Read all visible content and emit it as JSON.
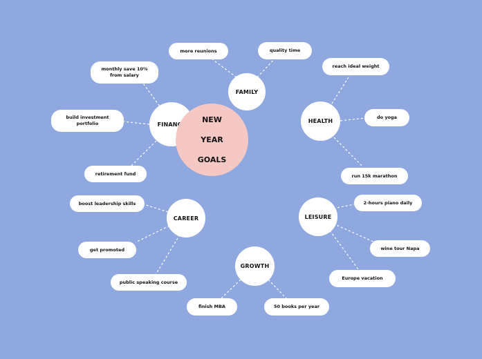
{
  "center": {
    "line1": "NEW",
    "line2": "YEAR",
    "line3": "GOALS"
  },
  "colors": {
    "background": "#8fa8e0",
    "center_fill": "#f6c8c4",
    "node_fill": "#ffffff",
    "connector": "#ffffff"
  },
  "categories": {
    "family": {
      "label": "FAMILY",
      "items": [
        "more reunions",
        "quality time"
      ]
    },
    "finance": {
      "label": "FINANCE",
      "items": [
        "monthly save 10% from salary",
        "build investment portfolio",
        "retirement fund"
      ]
    },
    "health": {
      "label": "HEALTH",
      "items": [
        "reach ideal weight",
        "do yoga",
        "run 15k marathon"
      ]
    },
    "career": {
      "label": "CAREER",
      "items": [
        "boost leadership skills",
        "get promoted",
        "public speaking course"
      ]
    },
    "leisure": {
      "label": "LEISURE",
      "items": [
        "2-hours piano daily",
        "wine tour Napa",
        "Europe vacation"
      ]
    },
    "growth": {
      "label": "GROWTH",
      "items": [
        "finish MBA",
        "50 books per year"
      ]
    }
  }
}
